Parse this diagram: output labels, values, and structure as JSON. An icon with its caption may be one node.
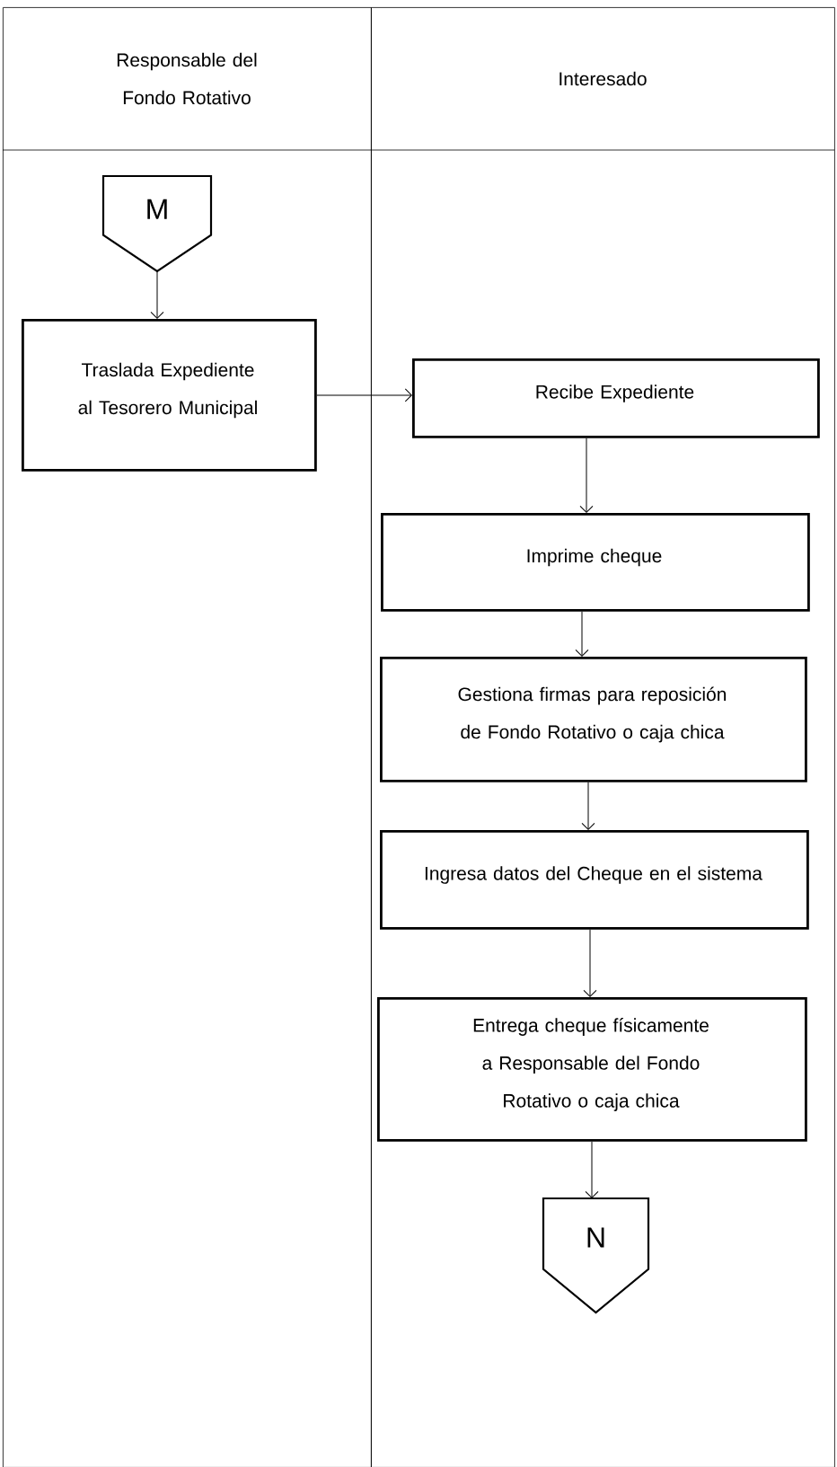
{
  "diagram": {
    "nodes": [
      {
        "text": [
          "Responsable del Fondo Rotativo"
        ]
      },
      {
        "text": [
          "Interesado"
        ]
      },
      {
        "text": [
          "M"
        ],
        "in": 0
      },
      {
        "text": [
          "Traslada Expediente al Tesorero Municipal"
        ],
        "in": 0
      },
      {
        "text": [
          "Recibe Expediente"
        ],
        "in": 1
      },
      {
        "text": [
          "Imprime cheque"
        ],
        "in": 1
      },
      {
        "text": [
          "Gestiona firmas para reposición de Fondo Rotativo o caja chica"
        ],
        "in": 1
      },
      {
        "text": [
          "Ingresa datos del Cheque en el sistema"
        ],
        "in": 1
      },
      {
        "text": [
          "Entrega cheque físicamente a Responsable del Fondo Rotativo o caja chica"
        ],
        "in": 1
      },
      {
        "text": [
          "N"
        ],
        "in": 1
      }
    ],
    "edges": [
      {
        "from": 2,
        "to": 3,
        "arrow": "to"
      },
      {
        "from": 3,
        "to": 4,
        "arrow": "to"
      },
      {
        "from": 4,
        "to": 5,
        "arrow": "to"
      },
      {
        "from": 5,
        "to": 6,
        "arrow": "to"
      },
      {
        "from": 6,
        "to": 7,
        "arrow": "to"
      },
      {
        "from": 7,
        "to": 8,
        "arrow": "to"
      },
      {
        "from": 8,
        "to": 9,
        "arrow": "to"
      }
    ]
  }
}
